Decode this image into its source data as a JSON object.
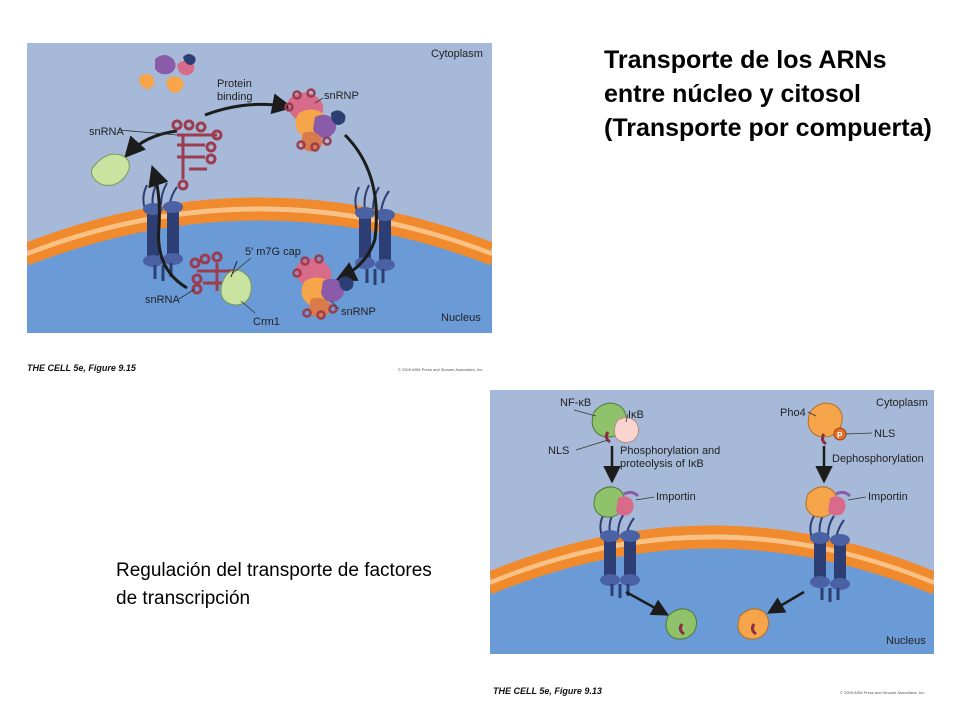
{
  "slide": {
    "title": "Transporte de los ARNs entre núcleo y citosol (Transporte por compuerta)",
    "subtitle": "Regulación del transporte de factores de transcripción"
  },
  "figure_top": {
    "region_top": "Cytoplasm",
    "region_bottom": "Nucleus",
    "label_protein_binding_1": "Protein",
    "label_protein_binding_2": "binding",
    "label_snrnp_top": "snRNP",
    "label_snrna_top": "snRNA",
    "label_cap": "5′ m7G cap",
    "label_snrna_bottom": "snRNA",
    "label_crm1": "Crm1",
    "label_snrnp_bottom": "snRNP",
    "caption": "THE CELL 5e, Figure 9.15",
    "copyright": "© 2009 ASM Press and Sinauer Associates, Inc."
  },
  "figure_bottom": {
    "region_top": "Cytoplasm",
    "region_bottom": "Nucleus",
    "label_nfkb": "NF-κB",
    "label_ikb": "IκB",
    "label_nls_left": "NLS",
    "label_phospho_1": "Phosphorylation and",
    "label_phospho_2": "proteolysis of IκB",
    "label_importin_left": "Importin",
    "label_pho4": "Pho4",
    "label_p": "P",
    "label_nls_right": "NLS",
    "label_dephospho": "Dephosphorylation",
    "label_importin_right": "Importin",
    "caption": "THE CELL 5e, Figure 9.13",
    "copyright": "© 2009 ASM Press and Sinauer Associates, Inc."
  },
  "colors": {
    "cytoplasm": "#a7b9d8",
    "nucleus": "#6b9bd6",
    "membrane_orange": "#f08a2c",
    "membrane_light": "#f9c183",
    "pore_navy": "#2c3e73",
    "rna_red": "#9b3d4f",
    "protein_green": "#8fc26a",
    "protein_orange": "#f6a54a",
    "protein_purple": "#8a5ba8",
    "protein_pink": "#d96b8a",
    "crm1_green": "#c9e3a0"
  }
}
